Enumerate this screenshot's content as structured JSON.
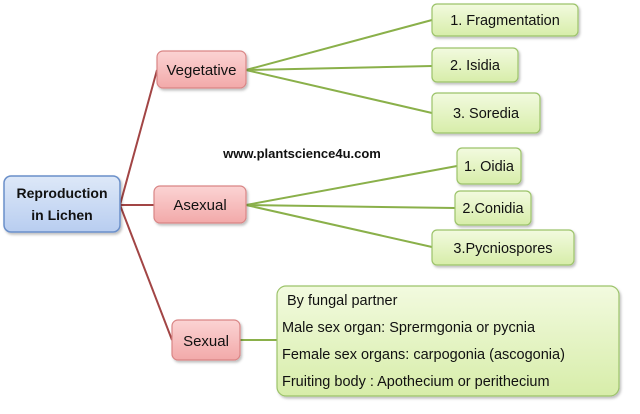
{
  "root": {
    "lines": [
      "Reproduction",
      "in Lichen"
    ]
  },
  "watermark": "www.plantscience4u.com",
  "branches": [
    {
      "label": "Vegetative",
      "children": [
        "1. Fragmentation",
        "2. Isidia",
        "3. Soredia"
      ]
    },
    {
      "label": "Asexual",
      "children": [
        "1. Oidia",
        "2.Conidia",
        "3.Pycniospores"
      ]
    },
    {
      "label": "Sexual",
      "details": [
        "By fungal partner",
        "Male sex organ: Sprermgonia or pycnia",
        "Female sex organs: carpogonia (ascogonia)",
        "Fruiting body : Apothecium or perithecium"
      ]
    }
  ],
  "colors": {
    "root_fill": "#c7d9f3",
    "root_stroke": "#6b8fc9",
    "branch_fill": "#f6b9b9",
    "branch_stroke": "#d98585",
    "leaf_fill": "#e3f3c2",
    "leaf_stroke": "#9cc36a",
    "root_connector": "#a24545",
    "leaf_connector": "#8ab04a"
  }
}
